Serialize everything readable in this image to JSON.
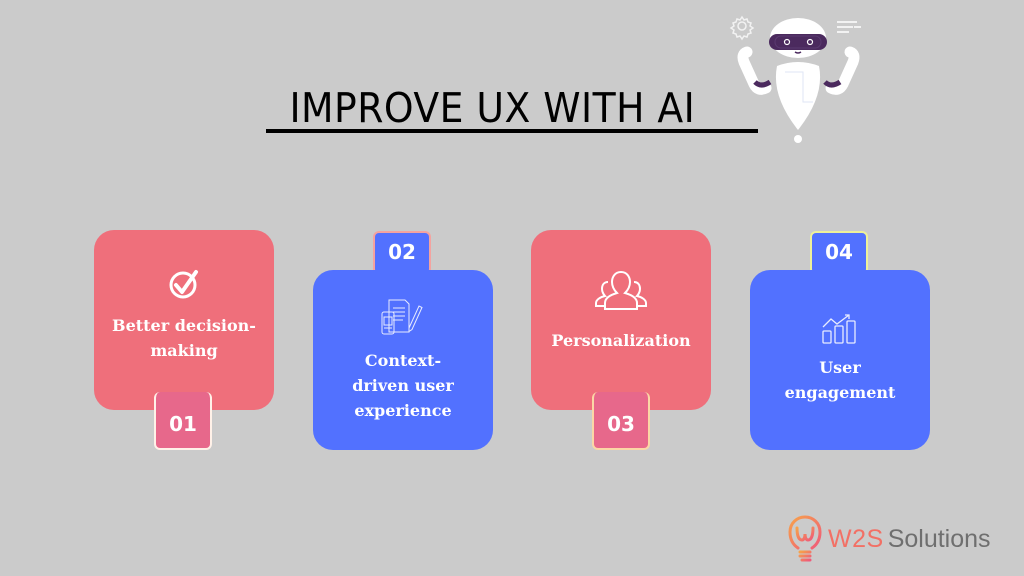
{
  "header": {
    "title": "IMPROVE UX WITH AI"
  },
  "illustration": {
    "name": "robot",
    "accents": [
      "gear-icon",
      "text-lines-icon"
    ]
  },
  "colors": {
    "background": "#cbcbcb",
    "pink_card": "#ef6f7b",
    "blue_card": "#5271ff",
    "pink_badge": "#e7688b",
    "robot_accent": "#4b2a5e",
    "brand_orange": "#f27065",
    "brand_gray": "#6f6f6f"
  },
  "steps": [
    {
      "number": "01",
      "label": "Better decision-making",
      "icon": "check-circle-icon",
      "color": "pink"
    },
    {
      "number": "02",
      "label": "Context-driven user experience",
      "icon": "document-pen-icon",
      "color": "blue"
    },
    {
      "number": "03",
      "label": "Personalization",
      "icon": "user-group-icon",
      "color": "pink"
    },
    {
      "number": "04",
      "label": "User engagement",
      "icon": "growth-chart-icon",
      "color": "blue"
    }
  ],
  "footer": {
    "brand_mark": "W2S",
    "brand_rest": "Solutions"
  }
}
